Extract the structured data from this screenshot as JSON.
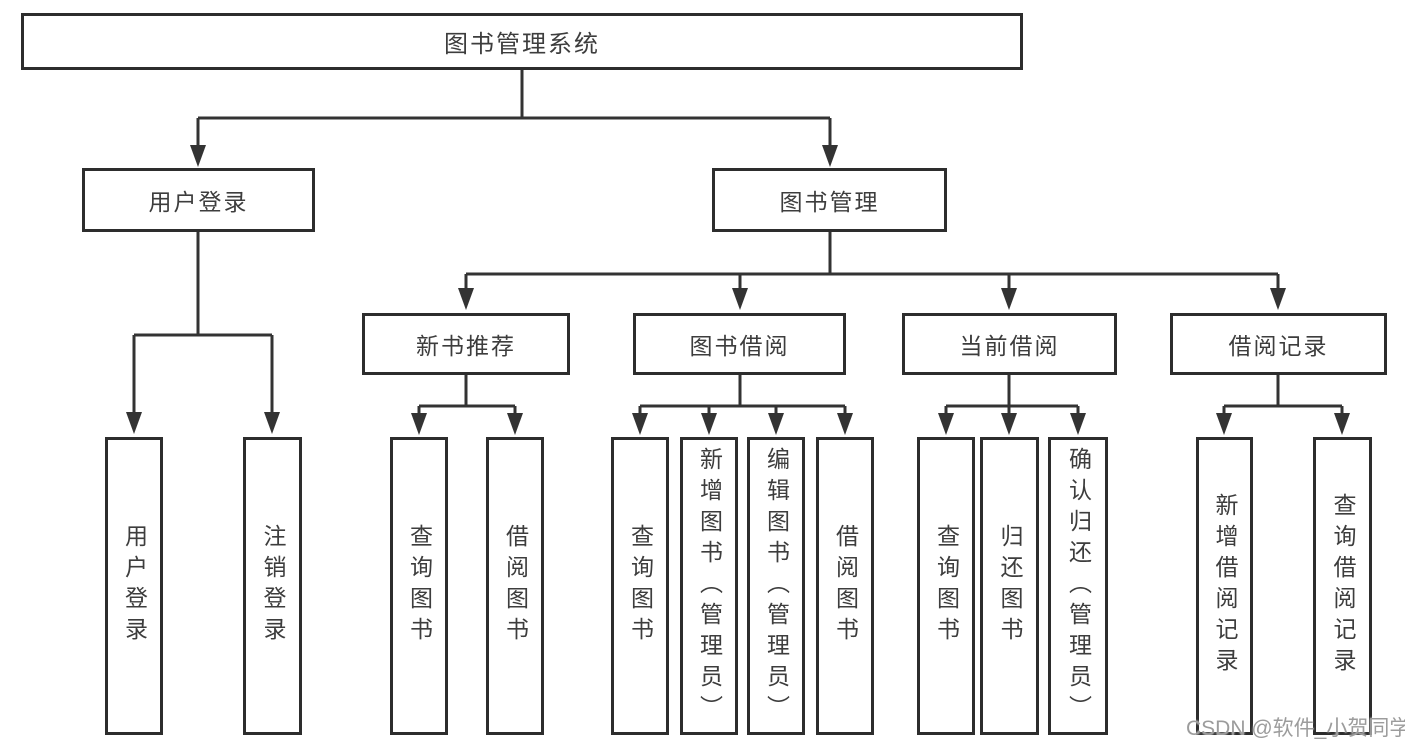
{
  "diagram_type": "hierarchy-tree",
  "tree": {
    "label": "图书管理系统",
    "children": [
      {
        "label": "用户登录",
        "children": [
          {
            "label": "用户登录"
          },
          {
            "label": "注销登录"
          }
        ]
      },
      {
        "label": "图书管理",
        "children": [
          {
            "label": "新书推荐",
            "children": [
              {
                "label": "查询图书"
              },
              {
                "label": "借阅图书"
              }
            ]
          },
          {
            "label": "图书借阅",
            "children": [
              {
                "label": "查询图书"
              },
              {
                "label": "新增图书（管理员）"
              },
              {
                "label": "编辑图书（管理员）"
              },
              {
                "label": "借阅图书"
              }
            ]
          },
          {
            "label": "当前借阅",
            "children": [
              {
                "label": "查询图书"
              },
              {
                "label": "归还图书"
              },
              {
                "label": "确认归还（管理员）"
              }
            ]
          },
          {
            "label": "借阅记录",
            "children": [
              {
                "label": "新增借阅记录"
              },
              {
                "label": "查询借阅记录"
              }
            ]
          }
        ]
      }
    ]
  },
  "watermark": {
    "text": "CSDN @软件_小贺同学"
  },
  "colors": {
    "line": "#333333",
    "box_border": "#2d2d2d",
    "box_fill": "#ffffff",
    "label_text": "#3d3d3d",
    "watermark_text": "#9c9c9c",
    "background": "#ffffff"
  }
}
